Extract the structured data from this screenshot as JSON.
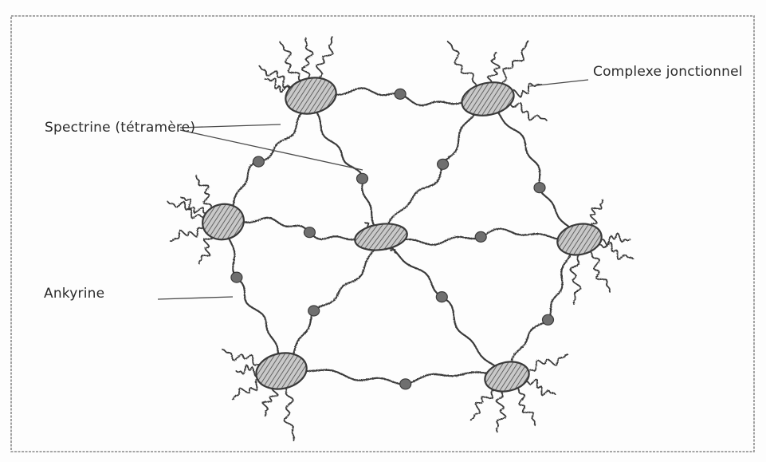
{
  "labels": {
    "spectrine_line1": "Spectrine",
    "spectrine_line2": "(tétramère)",
    "ankyrine": "Ankyrine",
    "complexe_line1": "Complexe",
    "complexe_line2": "jonctionnel"
  },
  "colors": {
    "ink": "#3a3a3a",
    "border": "#8a8a8a",
    "node_fill": "#9a9a9a",
    "dot_fill": "#6f6f6f"
  }
}
